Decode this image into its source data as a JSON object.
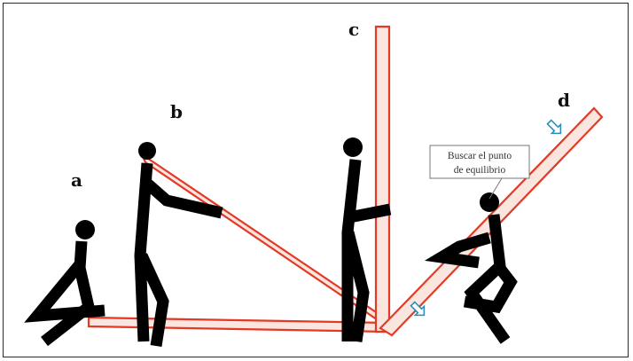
{
  "labels": {
    "a": "a",
    "b": "b",
    "c": "c",
    "d": "d"
  },
  "callout": {
    "line1": "Buscar el punto",
    "line2": "de equilibrio"
  },
  "colors": {
    "pole_stroke": "#e23a26",
    "pole_fill": "#fbe5df",
    "figure": "#000000",
    "arrow": "#2a8fb8"
  },
  "icons": {
    "figure": "stick-figure-icon",
    "arrow": "hollow-arrow-icon"
  }
}
